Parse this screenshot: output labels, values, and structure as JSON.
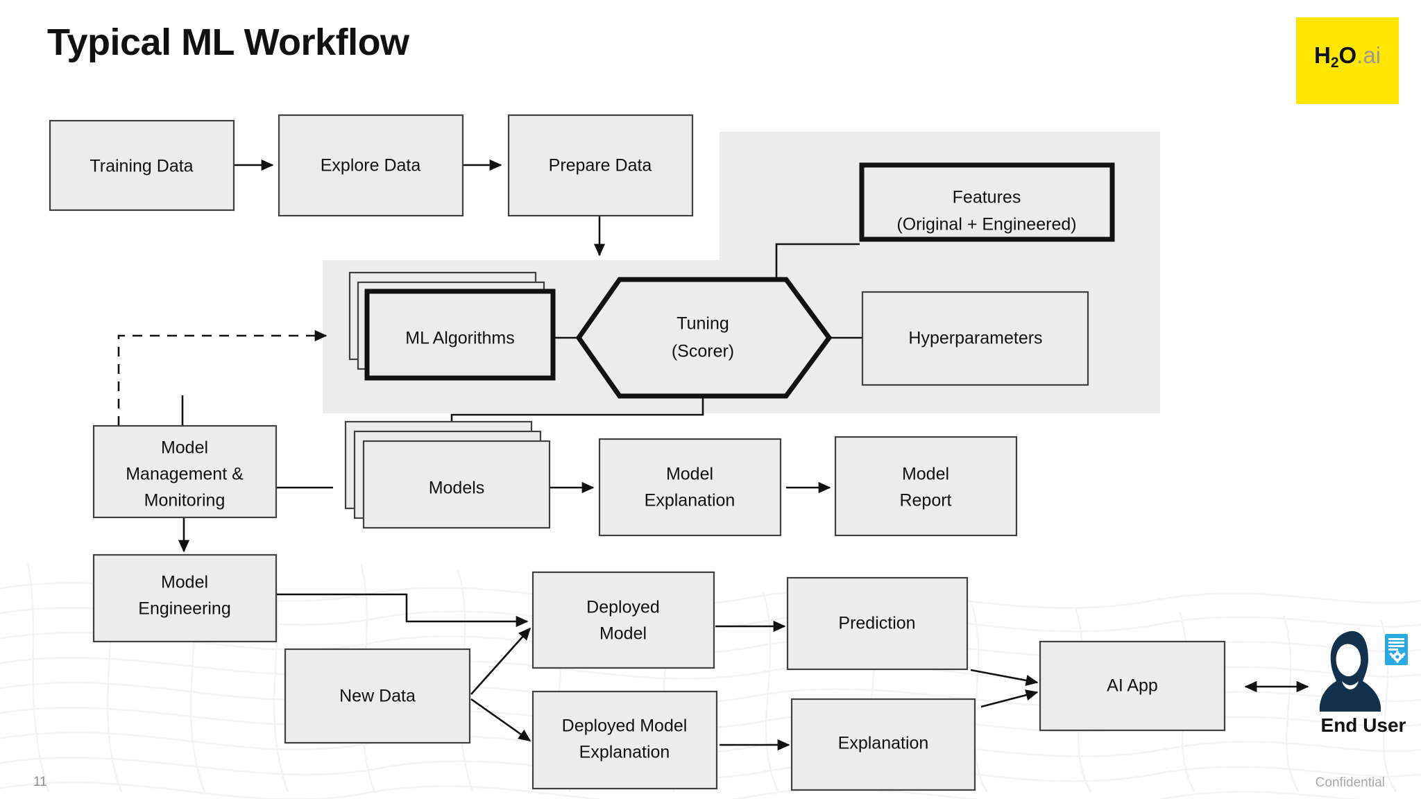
{
  "slide": {
    "title": "Typical ML Workflow",
    "page_number": "11",
    "confidential_label": "Confidential"
  },
  "logo": {
    "name": "h2o-ai-logo",
    "main": "H",
    "subscript": "2",
    "mid": "O",
    "suffix": ".ai",
    "background_color": "#FFE600",
    "suffix_color": "#9a9a93"
  },
  "colors": {
    "node_fill": "#ececec",
    "node_stroke": "#404040",
    "emphasis_stroke": "#111111",
    "panel_fill": "#ececec",
    "person_dark": "#12314e",
    "badge_blue": "#29ABE2"
  },
  "nodes": {
    "training_data": "Training Data",
    "explore_data": "Explore Data",
    "prepare_data": "Prepare Data",
    "features_line1": "Features",
    "features_line2": "(Original + Engineered)",
    "ml_algorithms": "ML Algorithms",
    "tuning_line1": "Tuning",
    "tuning_line2": "(Scorer)",
    "hyperparameters": "Hyperparameters",
    "model_mgmt_line1": "Model",
    "model_mgmt_line2": "Management &",
    "model_mgmt_line3": "Monitoring",
    "models": "Models",
    "model_explanation_line1": "Model",
    "model_explanation_line2": "Explanation",
    "model_report_line1": "Model",
    "model_report_line2": "Report",
    "model_engineering_line1": "Model",
    "model_engineering_line2": "Engineering",
    "new_data": "New Data",
    "deployed_model_line1": "Deployed",
    "deployed_model_line2": "Model",
    "deployed_model_expl_line1": "Deployed Model",
    "deployed_model_expl_line2": "Explanation",
    "prediction": "Prediction",
    "explanation": "Explanation",
    "ai_app": "AI App",
    "end_user": "End User"
  }
}
